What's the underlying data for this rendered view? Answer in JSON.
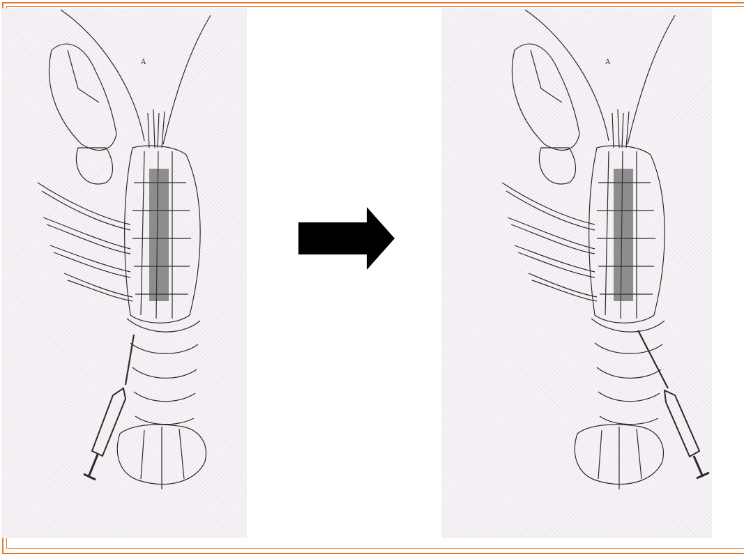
{
  "figure": {
    "left_panel": {
      "illustration": "crayfish-anatomy-illustration",
      "panel_letter": "A",
      "instrument": "syringe"
    },
    "right_panel": {
      "illustration": "crayfish-anatomy-illustration",
      "panel_letter": "A",
      "instrument": "syringe"
    },
    "arrow": {
      "direction": "right",
      "color": "#000000"
    }
  },
  "colors": {
    "frame": "#e07a2e",
    "panel_background": "#f8f5f8",
    "ink": "#2a2a2a"
  }
}
